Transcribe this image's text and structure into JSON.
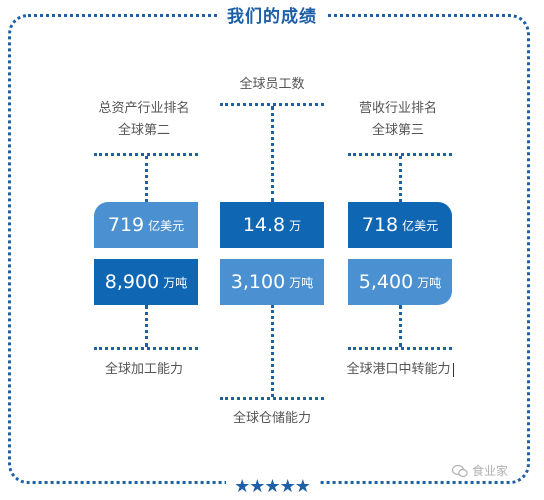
{
  "title": "我们的成绩",
  "left": {
    "top_label_1": "总资产行业排名",
    "top_label_2": "全球第二",
    "box1_num": "719",
    "box1_unit": "亿美元",
    "box2_num": "8,900",
    "box2_unit": "万吨",
    "bottom_label": "全球加工能力"
  },
  "middle": {
    "top_label": "全球员工数",
    "box1_num": "14.8",
    "box1_unit": "万",
    "box2_num": "3,100",
    "box2_unit": "万吨",
    "bottom_label": "全球仓储能力"
  },
  "right": {
    "top_label_1": "营收行业排名",
    "top_label_2": "全球第三",
    "box1_num": "718",
    "box1_unit": "亿美元",
    "box2_num": "5,400",
    "box2_unit": "万吨",
    "bottom_label": "全球港口中转能力"
  },
  "stars": "★★★★★",
  "watermark": "食业家",
  "colors": {
    "dark_blue": "#0f67b4",
    "light_blue": "#4b90d0",
    "border": "#1f5fa6"
  }
}
